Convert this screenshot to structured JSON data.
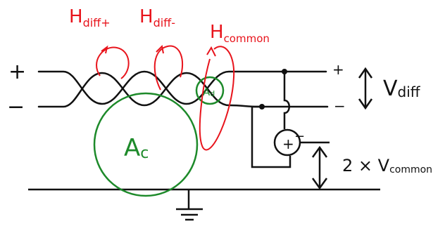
{
  "colors": {
    "ink": "#111111",
    "field_lines": "#e8141c",
    "areas": "#1d8a2a"
  },
  "field_labels": {
    "h_diff_plus_main": "H",
    "h_diff_plus_sub": "diff+",
    "h_diff_minus_main": "H",
    "h_diff_minus_sub": "diff-",
    "h_common_main": "H",
    "h_common_sub": "common"
  },
  "terminals": {
    "left_plus": "+",
    "left_minus": "−",
    "right_plus": "+",
    "right_minus": "−",
    "source_sign": "+",
    "source_minus": "−"
  },
  "voltages": {
    "v_diff_main": "V",
    "v_diff_sub": "diff",
    "v_common_prefix": "2 × V",
    "v_common_sub": "common"
  },
  "areas": {
    "diff_area_main": "A",
    "diff_area_sub": "d",
    "common_area_main": "A",
    "common_area_sub": "c"
  },
  "icons": [
    "ground-icon",
    "voltage-source-icon",
    "double-arrow-icon"
  ]
}
